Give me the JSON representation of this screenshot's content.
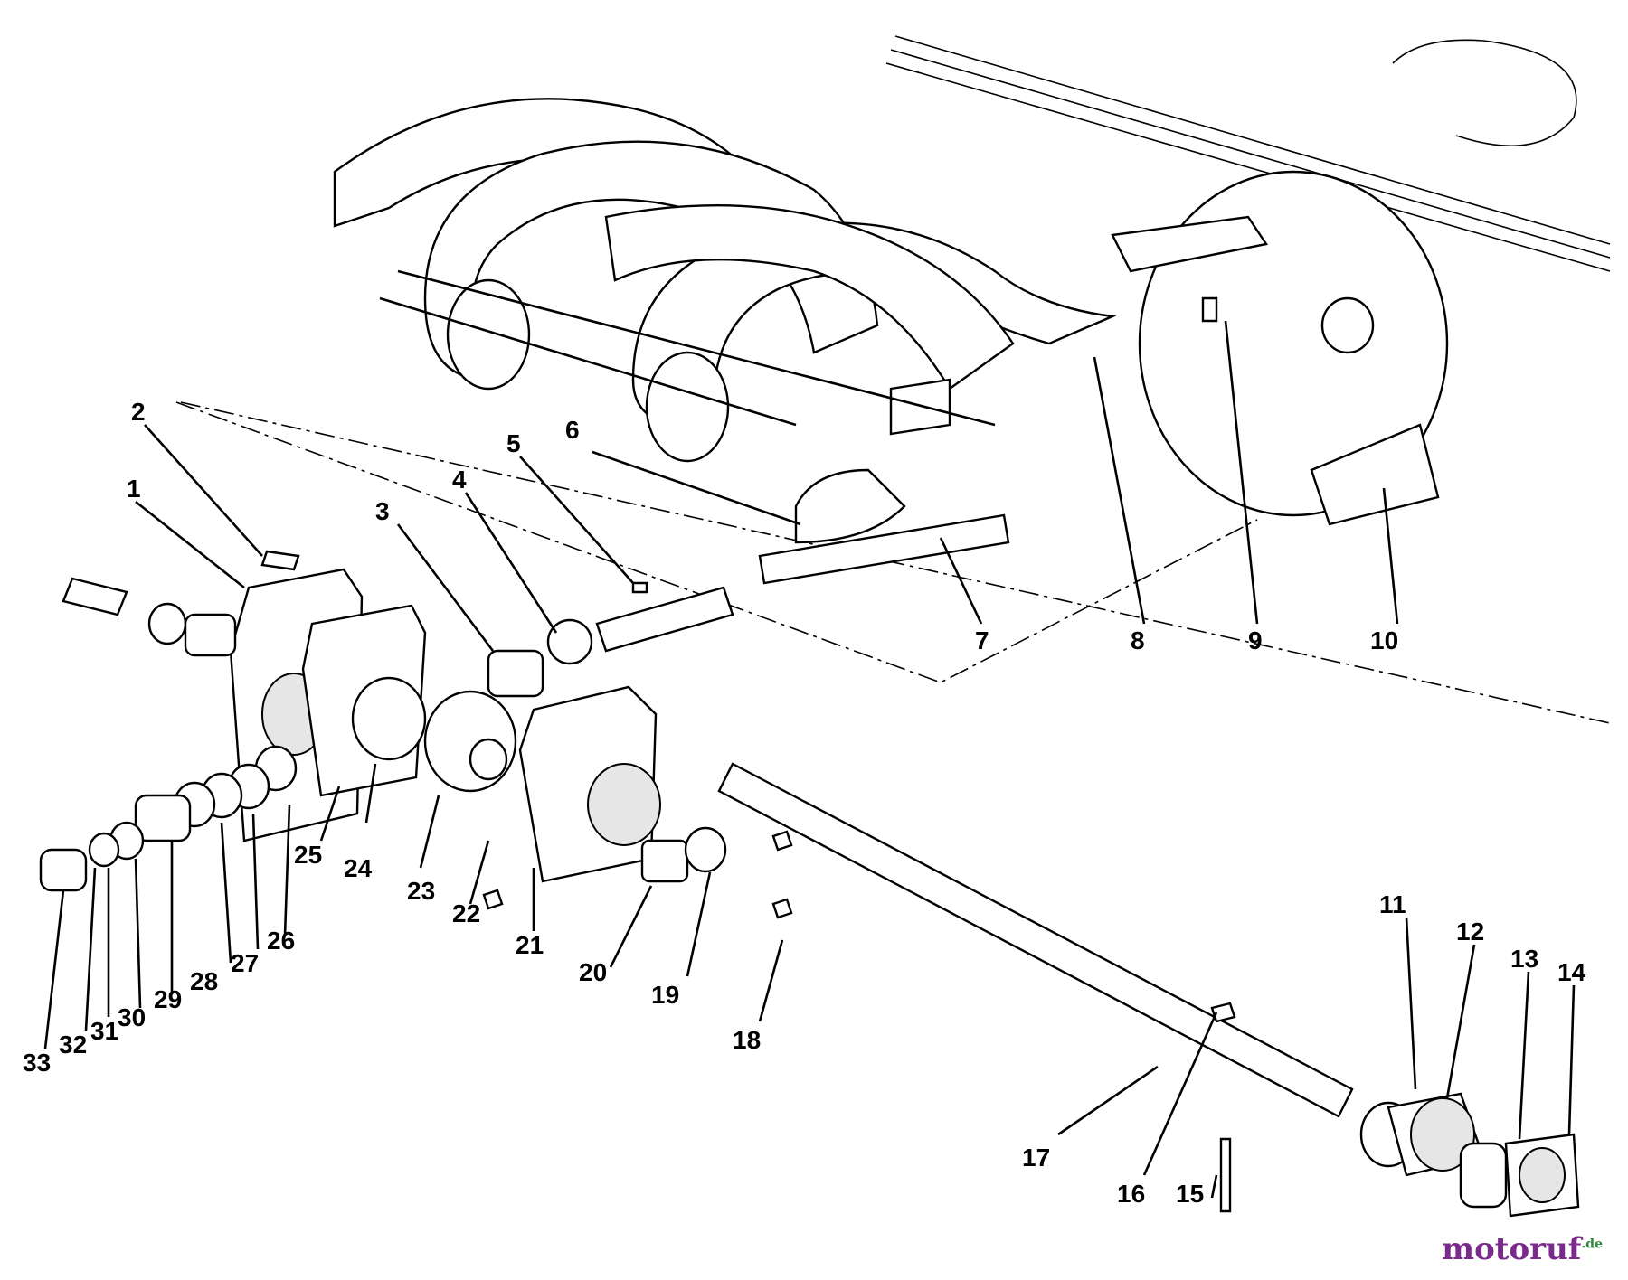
{
  "callouts": [
    {
      "num": "1"
    },
    {
      "num": "2"
    },
    {
      "num": "3"
    },
    {
      "num": "4"
    },
    {
      "num": "5"
    },
    {
      "num": "6"
    },
    {
      "num": "7"
    },
    {
      "num": "8"
    },
    {
      "num": "9"
    },
    {
      "num": "10"
    },
    {
      "num": "11"
    },
    {
      "num": "12"
    },
    {
      "num": "13"
    },
    {
      "num": "14"
    },
    {
      "num": "15"
    },
    {
      "num": "16"
    },
    {
      "num": "17"
    },
    {
      "num": "18"
    },
    {
      "num": "19"
    },
    {
      "num": "20"
    },
    {
      "num": "21"
    },
    {
      "num": "22"
    },
    {
      "num": "23"
    },
    {
      "num": "24"
    },
    {
      "num": "25"
    },
    {
      "num": "26"
    },
    {
      "num": "27"
    },
    {
      "num": "28"
    },
    {
      "num": "29"
    },
    {
      "num": "30"
    },
    {
      "num": "31"
    },
    {
      "num": "32"
    },
    {
      "num": "33"
    }
  ],
  "watermark": {
    "brand": "motoruf",
    "tld": ".de"
  }
}
